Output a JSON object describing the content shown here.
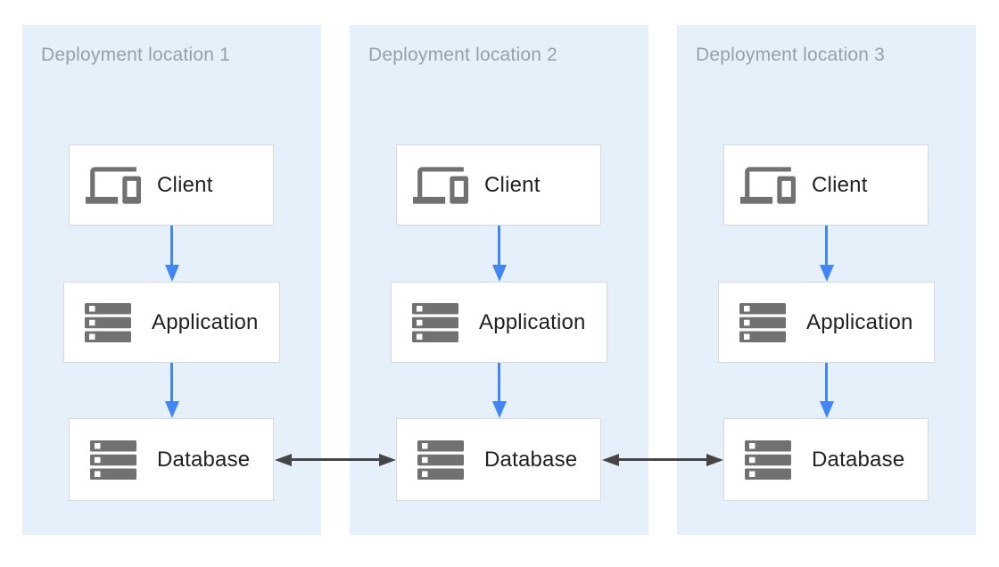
{
  "diagram": {
    "panels": [
      {
        "title": "Deployment location 1",
        "nodes": [
          {
            "label": "Client",
            "icon": "devices-icon"
          },
          {
            "label": "Application",
            "icon": "server-icon"
          },
          {
            "label": "Database",
            "icon": "server-icon"
          }
        ]
      },
      {
        "title": "Deployment location 2",
        "nodes": [
          {
            "label": "Client",
            "icon": "devices-icon"
          },
          {
            "label": "Application",
            "icon": "server-icon"
          },
          {
            "label": "Database",
            "icon": "server-icon"
          }
        ]
      },
      {
        "title": "Deployment location 3",
        "nodes": [
          {
            "label": "Client",
            "icon": "devices-icon"
          },
          {
            "label": "Application",
            "icon": "server-icon"
          },
          {
            "label": "Database",
            "icon": "server-icon"
          }
        ]
      }
    ],
    "arrows": {
      "flow": [
        [
          "Client",
          "Application"
        ],
        [
          "Application",
          "Database"
        ]
      ],
      "replication": [
        [
          "Database 1",
          "Database 2"
        ],
        [
          "Database 2",
          "Database 3"
        ]
      ]
    },
    "colors": {
      "page_bg": "#ffffff",
      "panel_bg": "#e6f0fa",
      "box_bg": "#ffffff",
      "box_border": "#d6dade",
      "icon_gray": "#717171",
      "label_text": "#212121",
      "title_text": "#98a0a8",
      "flow_arrow": "#4285f4",
      "replication_arrow": "#454545"
    }
  }
}
